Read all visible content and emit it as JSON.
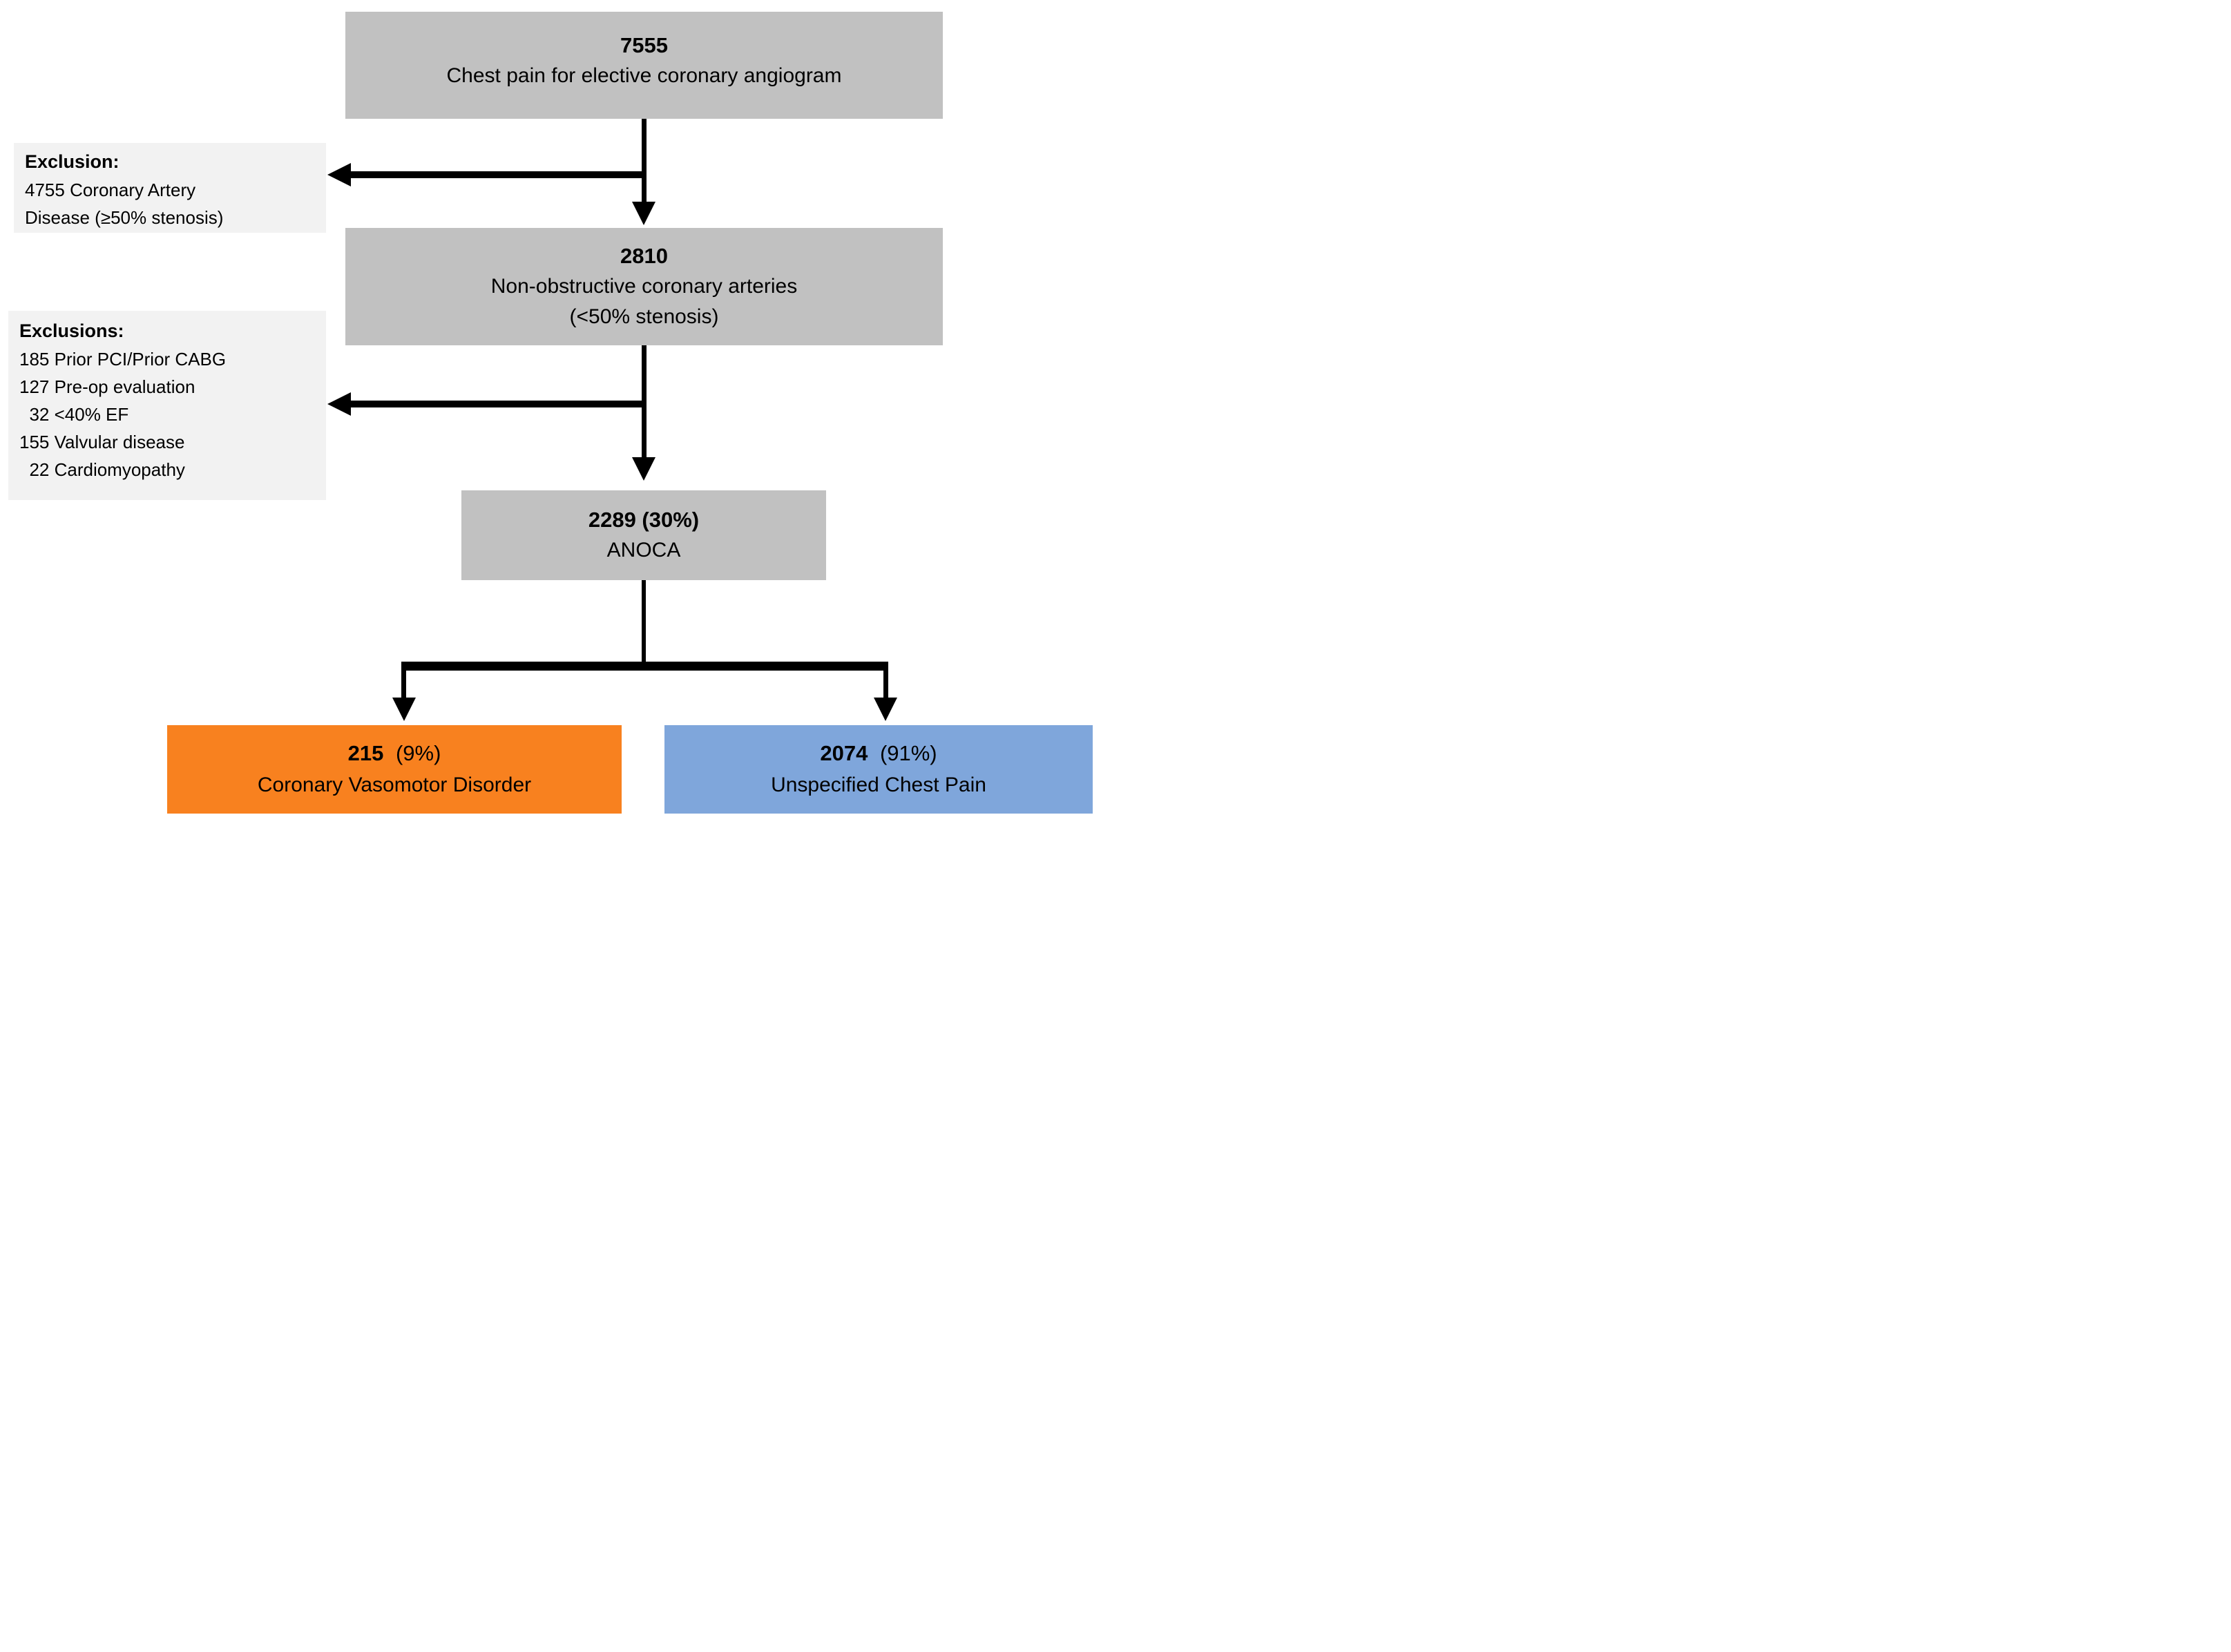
{
  "figure": {
    "top_box": {
      "count": "7555",
      "label": "Chest pain for elective coronary angiogram"
    },
    "exclusion_1": {
      "title": "Exclusion:",
      "lines": [
        "4755 Coronary Artery",
        "Disease (≥50% stenosis)"
      ]
    },
    "nonobstructive_box": {
      "count": "2810",
      "label": "Non-obstructive coronary arteries",
      "sublabel": "(<50% stenosis)"
    },
    "exclusion_2": {
      "title": "Exclusions:",
      "lines": [
        "185 Prior PCI/Prior CABG",
        "127 Pre-op evaluation",
        "  32 <40% EF",
        "155 Valvular disease",
        "  22 Cardiomyopathy"
      ]
    },
    "anoca_box": {
      "count": "2289 (30%)",
      "label": "ANOCA"
    },
    "vasomotor_box": {
      "count": "215",
      "percent": "(9%)",
      "label": "Coronary Vasomotor Disorder"
    },
    "unspecified_box": {
      "count": "2074",
      "percent": "(91%)",
      "label": "Unspecified Chest Pain"
    }
  },
  "colors": {
    "node_fill": "#C1C1C1",
    "exclusion_fill": "#F2F2F2",
    "vasomotor_fill": "#F8811F",
    "unspecified_fill": "#7FA6DB",
    "line": "#000000"
  }
}
